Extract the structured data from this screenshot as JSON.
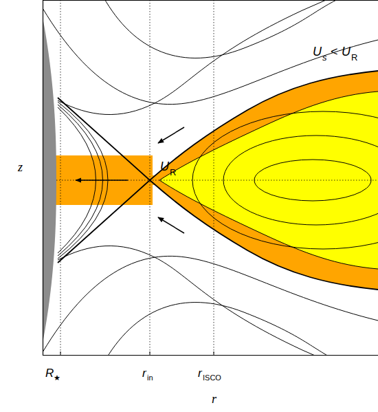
{
  "diagram": {
    "labels": [
      "U",
      "s",
      "<",
      "U",
      "R",
      "U",
      "R",
      "R",
      "★",
      "r",
      "in",
      "r",
      "ISCO",
      "r",
      "z"
    ]
  }
}
